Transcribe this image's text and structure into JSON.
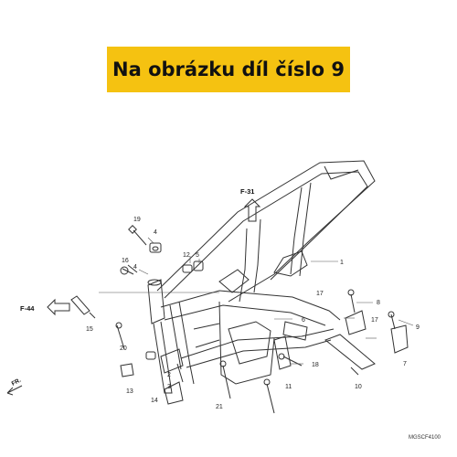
{
  "banner": {
    "text": "Na obrázku díl číslo 9",
    "background": "#f5c211"
  },
  "references": [
    {
      "id": "ref-f31",
      "text": "F-31"
    },
    {
      "id": "ref-f44",
      "text": "F-44"
    }
  ],
  "front_marker": "FR.",
  "diagram_code": "MGSCF4100",
  "callouts": [
    "1",
    "2",
    "3",
    "4",
    "4",
    "5",
    "6",
    "7",
    "8",
    "9",
    "10",
    "11",
    "12",
    "13",
    "14",
    "15",
    "16",
    "17",
    "17",
    "18",
    "19",
    "20",
    "21"
  ]
}
